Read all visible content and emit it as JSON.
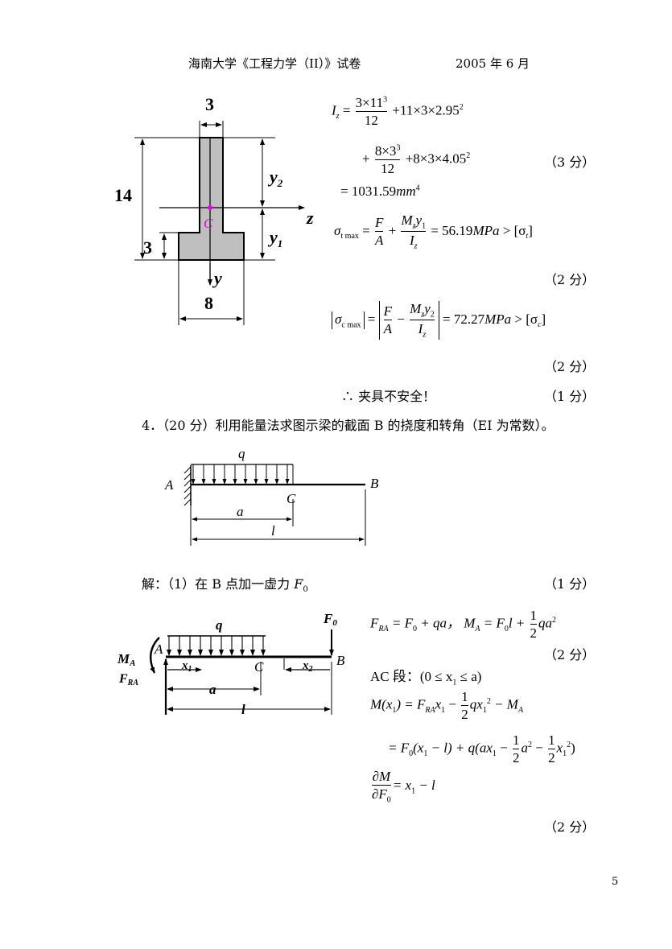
{
  "header": {
    "title": "海南大学《工程力学（II）》试卷",
    "date": "2005 年 6 月"
  },
  "section_figure": {
    "dim_top": "3",
    "dim_height": "14",
    "dim_flange": "3",
    "dim_bottom": "8",
    "label_y2": "y",
    "label_y2_sub": "2",
    "label_y1": "y",
    "label_y1_sub": "1",
    "label_z": "z",
    "label_y": "y",
    "label_c": "C",
    "centroid_color": "#e600e6"
  },
  "equations": {
    "iz_lhs": "I",
    "iz_lhs_sub": "z",
    "iz_t1_num": "3×11",
    "iz_t1_num_sup": "3",
    "iz_t1_den": "12",
    "iz_t1_tail": "+11×3×2.95",
    "iz_t1_tail_sup": "2",
    "iz_t2_num": "8×3",
    "iz_t2_num_sup": "3",
    "iz_t2_den": "12",
    "iz_t2_tail": "+8×3×4.05",
    "iz_t2_tail_sup": "2",
    "iz_result": "= 1031.59",
    "iz_unit": "mm",
    "iz_unit_sup": "4",
    "st_lhs": "σ",
    "st_lhs_sub": "t max",
    "st_num1": "F",
    "st_den1": "A",
    "st_num2": "M",
    "st_num2_sub": "z",
    "st_num2_y": "y",
    "st_num2_y_sub": "1",
    "st_den2": "I",
    "st_den2_sub": "z",
    "st_result": "= 56.19",
    "st_unit": "MPa",
    "st_cmp": "> [σ",
    "st_cmp_sub": "t",
    "sc_lhs": "σ",
    "sc_lhs_sub": "c max",
    "sc_num1": "F",
    "sc_den1": "A",
    "sc_num2": "M",
    "sc_num2_sub": "z",
    "sc_num2_y": "y",
    "sc_num2_y_sub": "2",
    "sc_den2": "I",
    "sc_den2_sub": "z",
    "sc_result": "= 72.27",
    "sc_unit": "MPa",
    "sc_cmp": "> [σ",
    "sc_cmp_sub": "c",
    "conclusion": "∴  夹具不安全！"
  },
  "scores": {
    "s1": "（3 分）",
    "s2": "（2 分）",
    "s3": "（2 分）",
    "s4": "（1 分）",
    "s5": "（1 分）",
    "s6": "（2 分）",
    "s7": "（2 分）"
  },
  "problem4": {
    "text": "4．（20 分）利用能量法求图示梁的截面 B 的挠度和转角（EI 为常数）。",
    "fig_q": "q",
    "fig_a_end": "A",
    "fig_b_end": "B",
    "fig_c": "C",
    "fig_a": "a",
    "fig_l": "l"
  },
  "solution": {
    "line1": "解：（1）在 B 点加一虚力 ",
    "line1_f": "F",
    "line1_f_sub": "0",
    "fig2_q": "q",
    "fig2_f0": "F",
    "fig2_f0_sub": "0",
    "fig2_ma": "M",
    "fig2_ma_sub": "A",
    "fig2_a": "A",
    "fig2_fra": "F",
    "fig2_fra_sub": "RA",
    "fig2_x1": "x",
    "fig2_x1_sub": "1",
    "fig2_c": "C",
    "fig2_x2": "x",
    "fig2_x2_sub": "2",
    "fig2_b": "B",
    "fig2_a_dim": "a",
    "fig2_l_dim": "l",
    "r1_part1": "F",
    "r1_part1_sub": "RA",
    "r1_part2": " = F",
    "r1_part2_sub": "0",
    "r1_part3": " + qa，  M",
    "r1_part3_sub": "A",
    "r1_part4": " = F",
    "r1_part4_sub": "0",
    "r1_part5": "l + ",
    "r1_half_num": "1",
    "r1_half_den": "2",
    "r1_part6": "qa",
    "r1_part6_sup": "2",
    "ac_label": "AC 段：(0 ≤ x",
    "ac_sub": "1",
    "ac_tail": " ≤ a)",
    "m1_lhs": "M(x",
    "m1_lhs_sub": "1",
    "m1_mid": ") = F",
    "m1_mid_sub": "RA",
    "m1_x": "x",
    "m1_x_sub": "1",
    "m1_minus": " − ",
    "m1_half_num": "1",
    "m1_half_den": "2",
    "m1_q": "qx",
    "m1_q_sub": "1",
    "m1_q_sup": "2",
    "m1_tail": " − M",
    "m1_tail_sub": "A",
    "m2_eq": "= F",
    "m2_eq_sub": "0",
    "m2_a": "(x",
    "m2_a_sub": "1",
    "m2_b": " − l) + q(ax",
    "m2_b_sub": "1",
    "m2_minus": " − ",
    "m2_h1_num": "1",
    "m2_h1_den": "2",
    "m2_a2": "a",
    "m2_a2_sup": "2",
    "m2_minus2": " − ",
    "m2_h2_num": "1",
    "m2_h2_den": "2",
    "m2_x": "x",
    "m2_x_sub": "1",
    "m2_x_sup": "2",
    "m2_close": ")",
    "d_num": "∂M",
    "d_den": "∂F",
    "d_den_sub": "0",
    "d_rhs": "= x",
    "d_rhs_sub": "1",
    "d_tail": " − l"
  },
  "page_number": "5"
}
